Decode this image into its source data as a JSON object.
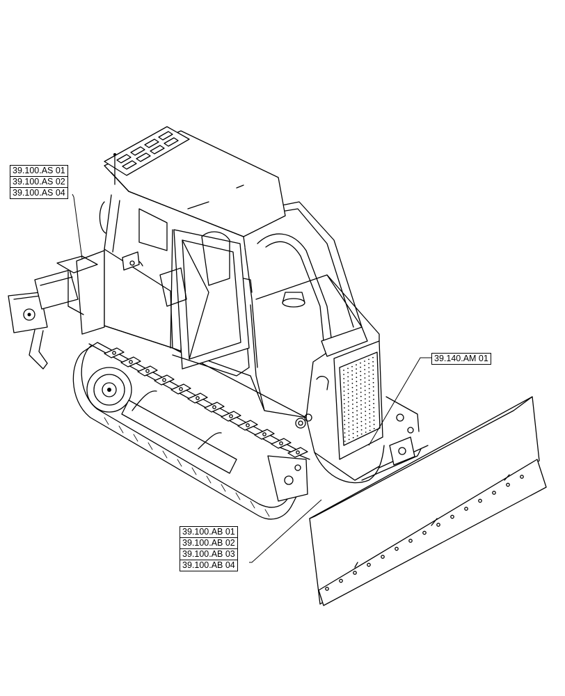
{
  "diagram": {
    "callout_groups": [
      {
        "id": "as",
        "labels": [
          "39.100.AS 01",
          "39.100.AS 02",
          "39.100.AS 04"
        ]
      },
      {
        "id": "am",
        "labels": [
          "39.140.AM 01"
        ]
      },
      {
        "id": "ab",
        "labels": [
          "39.100.AB 01",
          "39.100.AB 02",
          "39.100.AB 03",
          "39.100.AB 04"
        ]
      }
    ],
    "illustration": "crawler-dozer-line-drawing"
  }
}
